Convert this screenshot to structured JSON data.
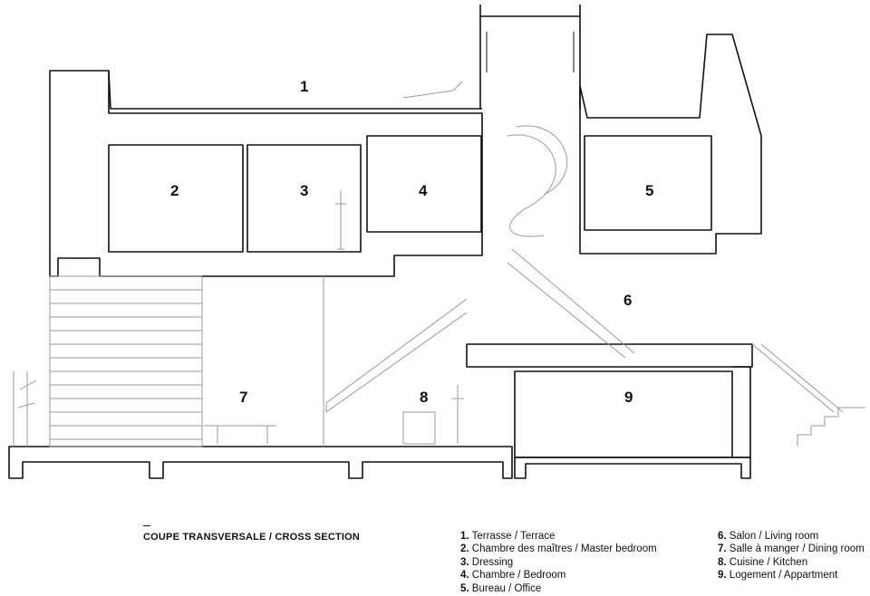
{
  "caption": "COUPE TRANSVERSALE  / CROSS SECTION",
  "room_labels": [
    "1",
    "2",
    "3",
    "4",
    "5",
    "6",
    "7",
    "8",
    "9"
  ],
  "legend": [
    {
      "num": "1.",
      "text": "Terrasse / Terrace"
    },
    {
      "num": "2.",
      "text": "Chambre des maîtres / Master bedroom"
    },
    {
      "num": "3.",
      "text": "Dressing"
    },
    {
      "num": "4.",
      "text": "Chambre / Bedroom"
    },
    {
      "num": "5.",
      "text": "Bureau / Office"
    },
    {
      "num": "6.",
      "text": "Salon / Living room"
    },
    {
      "num": "7.",
      "text": "Salle à manger / Dining room"
    },
    {
      "num": "8.",
      "text": "Cuisine / Kitchen"
    },
    {
      "num": "9.",
      "text": "Logement / Appartment"
    }
  ],
  "colors": {
    "line": "#111111",
    "light_line": "#9a9a9a",
    "background": "#ffffff"
  }
}
